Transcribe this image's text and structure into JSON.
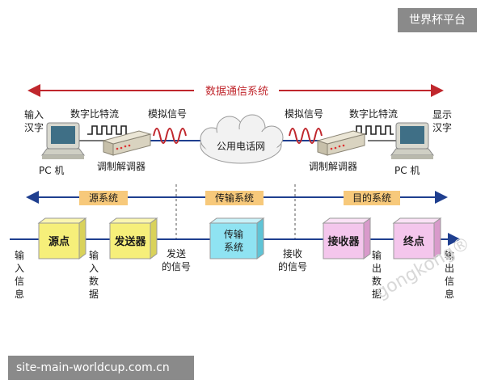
{
  "watermark": {
    "top_right": "世界杯平台",
    "bottom_left": "site-main-worldcup.com.cn",
    "diagonal": "gongkong®"
  },
  "top": {
    "banner": "数据通信系统",
    "left_input": "输入汉字",
    "right_output": "显示汉字",
    "left_digital": "数字比特流",
    "right_digital": "数字比特流",
    "left_analog": "模拟信号",
    "right_analog": "模拟信号",
    "network": "公用电话网",
    "left_modem": "调制解调器",
    "right_modem": "调制解调器",
    "left_pc": "PC 机",
    "right_pc": "PC 机"
  },
  "sections": {
    "source": "源系统",
    "transmit": "传输系统",
    "dest": "目的系统"
  },
  "blocks": {
    "source_point": "源点",
    "transmitter": "发送器",
    "transmission": "传输系统",
    "receiver": "接收器",
    "sink": "终点"
  },
  "flow_labels": {
    "input_info": "输入信息",
    "input_data": "输入数据",
    "send_signal": "发送的信号",
    "recv_signal": "接收的信号",
    "output_data": "输出数据",
    "output_info": "输出信息"
  },
  "colors": {
    "accent_red": "#c0272d",
    "yellow_box": "#f6ef7a",
    "cyan_box": "#8fe3f2",
    "pink_box": "#f4c6ec",
    "section_label_bg": "#f7c97b",
    "flow_line": "#1f3f8f"
  }
}
